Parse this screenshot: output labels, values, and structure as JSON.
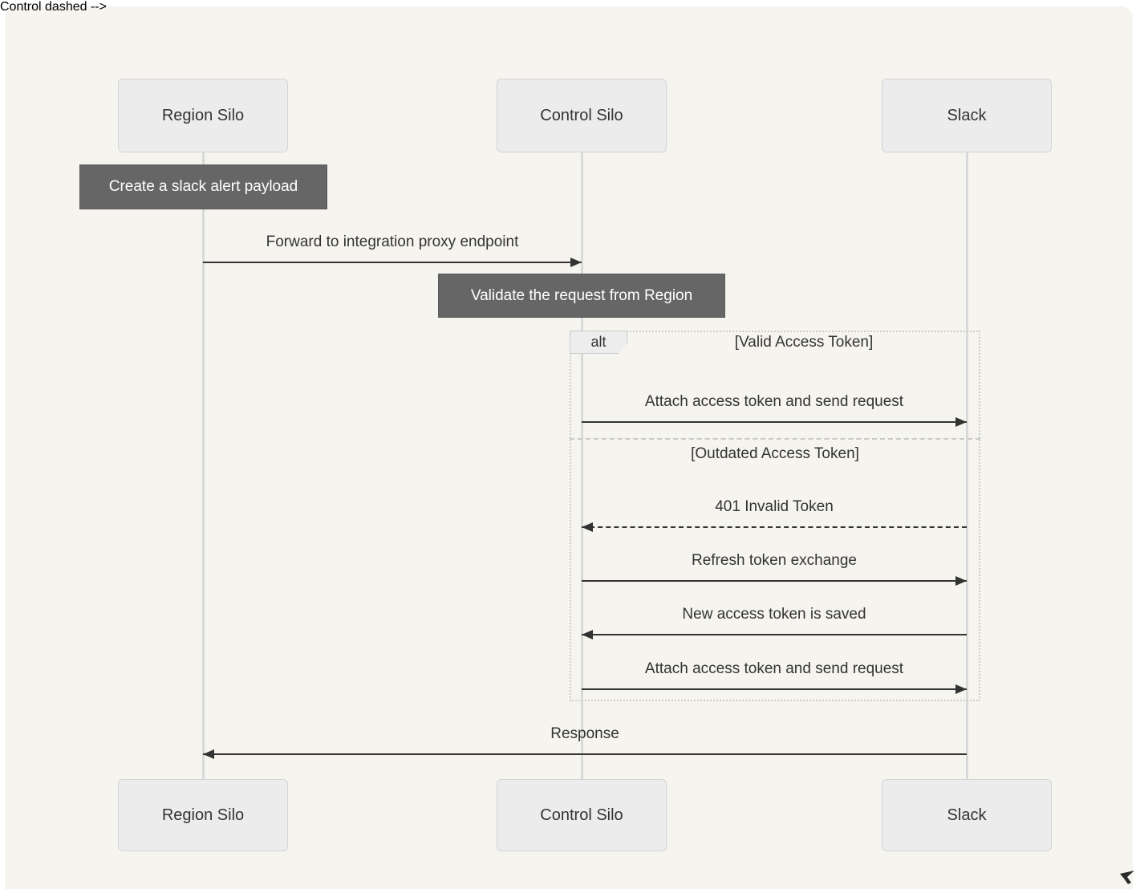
{
  "diagram": {
    "type": "sequence",
    "actors": [
      {
        "id": "region",
        "label": "Region Silo"
      },
      {
        "id": "control",
        "label": "Control Silo"
      },
      {
        "id": "slack",
        "label": "Slack"
      }
    ],
    "notes": [
      {
        "text": "Create a slack alert payload",
        "over": "region"
      },
      {
        "text": "Validate the request from Region",
        "over": "control"
      }
    ],
    "messages": [
      {
        "text": "Forward to integration proxy endpoint",
        "from": "region",
        "to": "control",
        "line": "solid"
      },
      {
        "text": "Attach access token and send request",
        "from": "control",
        "to": "slack",
        "line": "solid"
      },
      {
        "text": "401 Invalid Token",
        "from": "slack",
        "to": "control",
        "line": "dashed"
      },
      {
        "text": "Refresh token exchange",
        "from": "control",
        "to": "slack",
        "line": "solid"
      },
      {
        "text": "New access token is saved",
        "from": "slack",
        "to": "control",
        "line": "solid"
      },
      {
        "text": "Attach access token and send request",
        "from": "control",
        "to": "slack",
        "line": "solid"
      },
      {
        "text": "Response",
        "from": "slack",
        "to": "region",
        "line": "solid"
      }
    ],
    "alt": {
      "label": "alt",
      "conditions": [
        "[Valid Access Token]",
        "[Outdated Access Token]"
      ]
    },
    "colors": {
      "canvas": "#ffffff",
      "panel_bg": "#f6f4ee",
      "actor_fill": "#ececec",
      "actor_border": "#d4d4d4",
      "lifeline": "#d9d9d9",
      "note_fill": "#666666",
      "note_text": "#ffffff",
      "message_color": "#333333",
      "frame_border": "#cccccc",
      "frame_label_fill": "#ededed"
    }
  }
}
